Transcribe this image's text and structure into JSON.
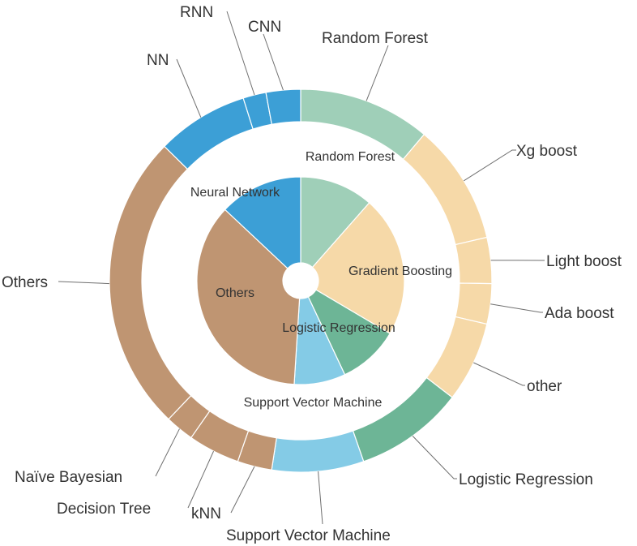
{
  "chart_data": {
    "type": "pie",
    "subtype": "nested-donut",
    "title": "",
    "legend": "none",
    "inner_ring": [
      {
        "label": "Random Forest",
        "value": 11.5,
        "color": "#9fcfb8"
      },
      {
        "label": "Gradient Boosting",
        "value": 22,
        "color": "#f6d9a8"
      },
      {
        "label": "Logistic Regression",
        "value": 9.5,
        "color": "#6db596"
      },
      {
        "label": "Support Vector Machine",
        "value": 8,
        "color": "#84cbe6"
      },
      {
        "label": "Others",
        "value": 36,
        "color": "#bf9572"
      },
      {
        "label": "Neural Network",
        "value": 13,
        "color": "#3c9fd6"
      }
    ],
    "outer_ring": [
      {
        "label": "Random Forest",
        "value": 11.5,
        "color": "#9fcfb8"
      },
      {
        "label": "Xg boost",
        "value": 10.5,
        "color": "#f6d9a8"
      },
      {
        "label": "Light boost",
        "value": 4,
        "color": "#f6d9a8"
      },
      {
        "label": "Ada boost",
        "value": 3.5,
        "color": "#f6d9a8"
      },
      {
        "label": "other",
        "value": 7,
        "color": "#f6d9a8"
      },
      {
        "label": "Logistic Regression",
        "value": 9.5,
        "color": "#6db596"
      },
      {
        "label": "Support Vector Machine",
        "value": 8,
        "color": "#84cbe6"
      },
      {
        "label": "kNN",
        "value": 3,
        "color": "#bf9572"
      },
      {
        "label": "Decision Tree",
        "value": 4.5,
        "color": "#bf9572"
      },
      {
        "label": "Naïve Bayesian",
        "value": 2.5,
        "color": "#bf9572"
      },
      {
        "label": "Others",
        "value": 26,
        "color": "#bf9572"
      },
      {
        "label": "NN",
        "value": 8,
        "color": "#3c9fd6"
      },
      {
        "label": "RNN",
        "value": 2,
        "color": "#3c9fd6"
      },
      {
        "label": "CNN",
        "value": 3,
        "color": "#3c9fd6"
      }
    ]
  }
}
